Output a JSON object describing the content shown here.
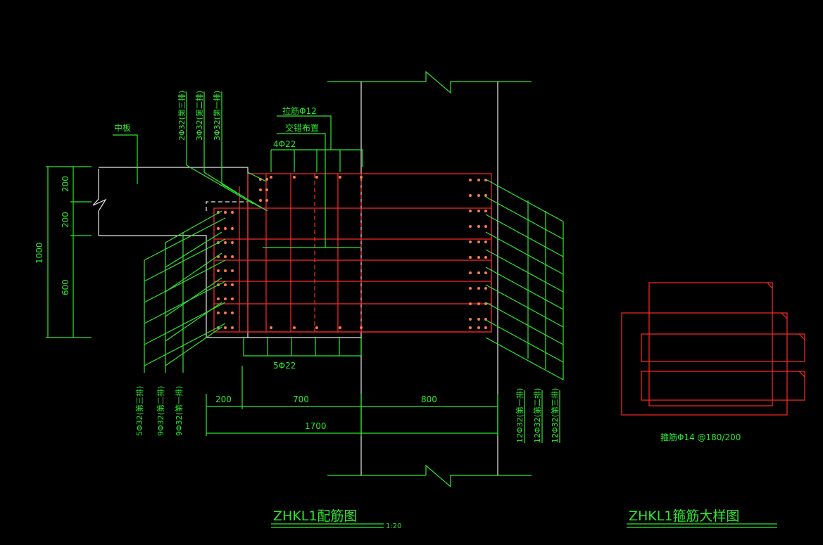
{
  "main_drawing": {
    "title": "ZHKL1配筋图",
    "scale": "1:20",
    "slab_label": "中板",
    "tie_bar_label": "拉筋Φ12",
    "tie_bar_arrangement": "交错布置",
    "top_bar": "4Φ22",
    "bottom_bar": "5Φ22",
    "left_top_layers": [
      "2Φ32(第三排)",
      "3Φ32(第二排)",
      "3Φ32(第一排)"
    ],
    "left_side_layers": [
      "5Φ32(第三排)",
      "9Φ32(第二排)",
      "9Φ32(第一排)"
    ],
    "right_side_layers": [
      "12Φ32(第一排)",
      "12Φ32(第二排)",
      "12Φ32(第三排)"
    ],
    "vertical_dims": [
      "200",
      "200",
      "600",
      "1000"
    ],
    "horizontal_dims": [
      "200",
      "700",
      "800",
      "1700"
    ]
  },
  "stirrup_detail": {
    "title": "ZHKL1箍筋大样图",
    "label": "箍筋Φ14 @180/200"
  },
  "colors": {
    "background": "#000000",
    "dimension_green": "#2ee82e",
    "outline_white": "#e8e8e8",
    "rebar_red": "#ff2a2a"
  }
}
